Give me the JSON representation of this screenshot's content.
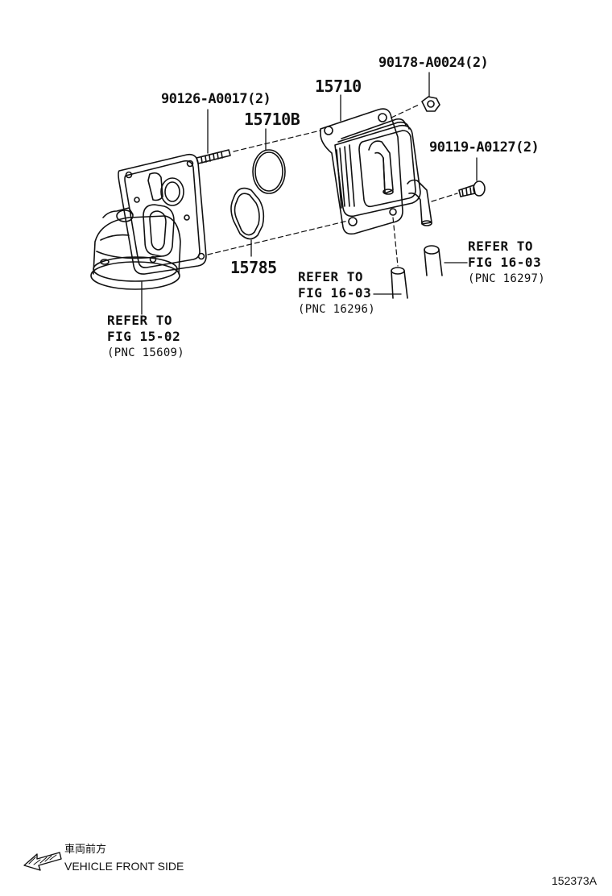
{
  "callouts": {
    "p90178": "90178-A0024(2)",
    "p15710": "15710",
    "p90126": "90126-A0017(2)",
    "p15710b": "15710B",
    "p90119": "90119-A0127(2)",
    "p15785": "15785"
  },
  "refs": [
    {
      "line1": "REFER TO",
      "line2": "FIG 16-03",
      "line3": "(PNC 16297)"
    },
    {
      "line1": "REFER TO",
      "line2": "FIG 16-03",
      "line3": "(PNC 16296)"
    },
    {
      "line1": "REFER TO",
      "line2": "FIG 15-02",
      "line3": "(PNC 15609)"
    }
  ],
  "footer": {
    "direction_jp": "車両前方",
    "direction_en": "VEHICLE FRONT SIDE",
    "drawing_code": "152373A"
  }
}
